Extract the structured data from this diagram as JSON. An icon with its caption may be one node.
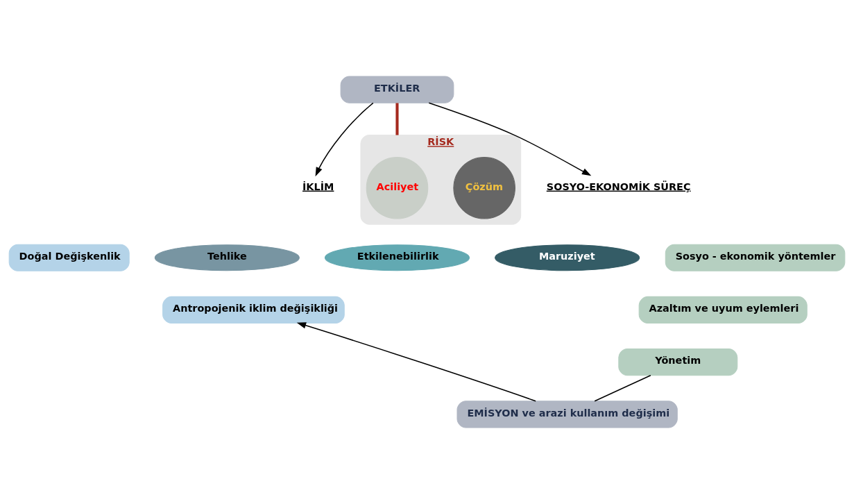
{
  "diagram": {
    "nodes": [
      {
        "text": [
          "ETKİLER"
        ]
      },
      {
        "text": [
          "İKLİM"
        ]
      },
      {
        "text": [
          "Doğal Değişkenlik"
        ]
      },
      {
        "text": [
          "Antropojenik iklim değişikliği"
        ]
      },
      {
        "text": [
          "Tehlike"
        ]
      },
      {
        "text": [
          "Etkilenebilirlik"
        ]
      },
      {
        "text": [
          "Maruziyet"
        ]
      },
      {
        "text": [
          "RİSK"
        ]
      },
      {
        "text": [
          "Aciliyet"
        ],
        "in": 7
      },
      {
        "text": [
          "Çözüm"
        ],
        "in": 7
      },
      {
        "text": [
          "SOSYO-EKONOMİK SÜREÇ"
        ]
      },
      {
        "text": [
          "Sosyo - ekonomik yöntemler"
        ]
      },
      {
        "text": [
          "Azaltım ve uyum eylemleri"
        ]
      },
      {
        "text": [
          "Yönetim"
        ]
      },
      {
        "text": [
          "EMİSYON ve arazi kullanım değişimi"
        ]
      }
    ],
    "edges": [
      {
        "from": 0,
        "to": 1,
        "arrow": "to"
      },
      {
        "from": 0,
        "to": 10,
        "arrow": "to"
      },
      {
        "from": 0,
        "to": 7,
        "arrow": "none",
        "style": "thick",
        "color": "#a52a1e"
      },
      {
        "from": 13,
        "to": 14,
        "arrow": "none"
      },
      {
        "from": 14,
        "to": 3,
        "arrow": "to"
      }
    ]
  }
}
